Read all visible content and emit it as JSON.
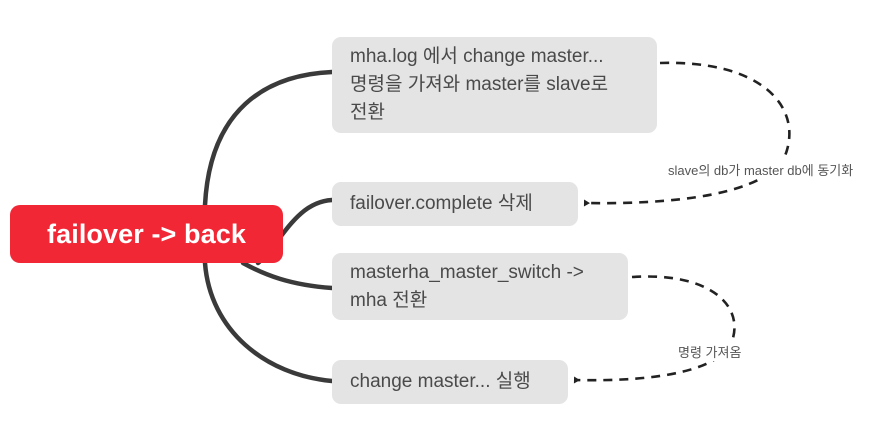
{
  "diagram": {
    "title": "failover -> back",
    "colors": {
      "root_fill": "#F22735",
      "root_text": "#ffffff",
      "node_fill": "#e4e4e4",
      "node_text": "#4a4a4a",
      "branch_stroke": "#3a3a3a",
      "dashed_stroke": "#222222",
      "background": "#ffffff"
    },
    "root": {
      "label": "failover -> back"
    },
    "nodes": [
      {
        "id": "node-1",
        "label": "mha.log 에서 change master...\n명령을 가져와 master를 slave로\n전환"
      },
      {
        "id": "node-2",
        "label": "failover.complete 삭제"
      },
      {
        "id": "node-3",
        "label": "masterha_master_switch ->\nmha 전환"
      },
      {
        "id": "node-4",
        "label": "change master... 실행"
      }
    ],
    "edge_labels": {
      "sync": "slave의 db가 master db에 동기화",
      "fetch": "명령 가져옴"
    }
  }
}
